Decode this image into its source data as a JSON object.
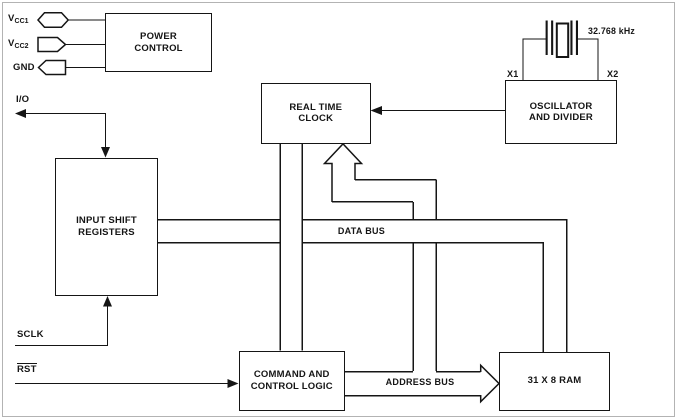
{
  "colors": {
    "ink": "#151515",
    "background": "#ffffff",
    "frame_border": "#b3b3b3"
  },
  "blocks": {
    "power_control": {
      "line1": "POWER",
      "line2": "CONTROL"
    },
    "real_time_clock": {
      "line1": "REAL TIME",
      "line2": "CLOCK"
    },
    "oscillator_divider": {
      "line1": "OSCILLATOR",
      "line2": "AND DIVIDER"
    },
    "input_shift_registers": {
      "line1": "INPUT SHIFT",
      "line2": "REGISTERS"
    },
    "command_control_logic": {
      "line1": "COMMAND AND",
      "line2": "CONTROL LOGIC"
    },
    "ram": {
      "label": "31 X 8 RAM"
    }
  },
  "pins": {
    "vcc1": {
      "main": "V",
      "sub": "CC1"
    },
    "vcc2": {
      "main": "V",
      "sub": "CC2"
    },
    "gnd": {
      "label": "GND"
    },
    "io": {
      "label": "I/O"
    },
    "sclk": {
      "label": "SCLK"
    },
    "rst": {
      "label": "RST"
    }
  },
  "oscillator": {
    "frequency": "32.768 kHz",
    "x1": "X1",
    "x2": "X2"
  },
  "buses": {
    "data": {
      "label": "DATA BUS"
    },
    "address": {
      "label": "ADDRESS BUS"
    }
  }
}
